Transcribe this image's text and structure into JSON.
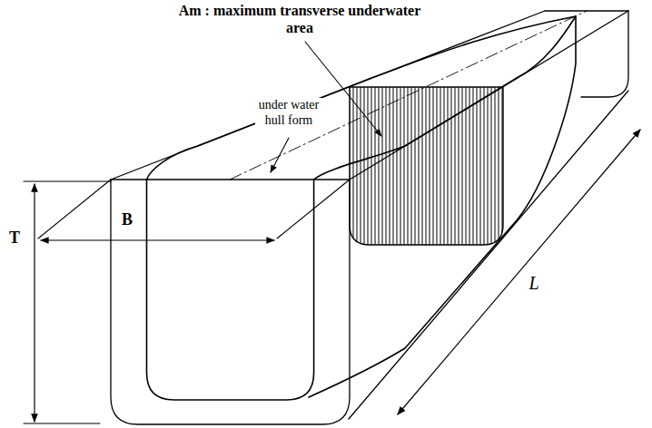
{
  "diagram": {
    "labels": [
      "Am : maximum transverse underwater area",
      "under water hull form",
      "B",
      "T",
      "L"
    ]
  }
}
